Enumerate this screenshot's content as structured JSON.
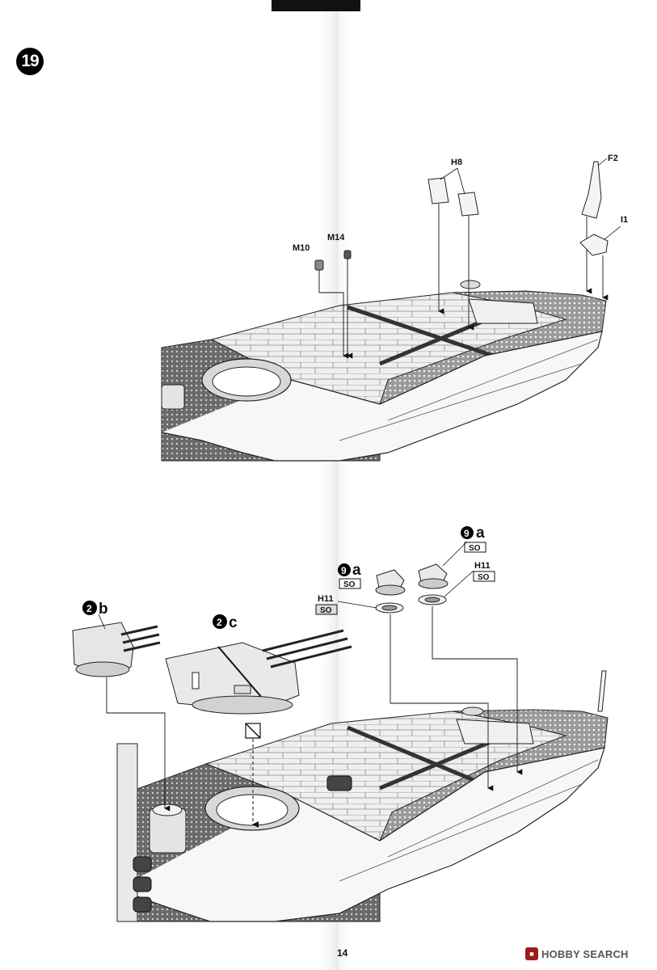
{
  "step": {
    "number": "19"
  },
  "top_panel": {
    "labels": {
      "m10": "M10",
      "m14": "M14",
      "h8": "H8",
      "f2": "F2",
      "i1": "I1"
    }
  },
  "bottom_panel": {
    "callouts": {
      "turret_b": {
        "num": "2",
        "letter": "b"
      },
      "turret_c": {
        "num": "2",
        "letter": "c"
      },
      "fitting_left": {
        "num": "9",
        "letter": "a",
        "tag": "SO"
      },
      "fitting_right": {
        "num": "9",
        "letter": "a",
        "tag": "SO"
      }
    },
    "labels": {
      "h11_left": "H11",
      "h11_left_tag": "SO",
      "h11_right": "H11",
      "h11_right_tag": "SO"
    }
  },
  "footer": {
    "page_number": "14",
    "watermark": "HOBBY SEARCH"
  },
  "colors": {
    "deck_dark": "#5a5a5a",
    "planks": "#eaeaea",
    "line": "#222222"
  }
}
